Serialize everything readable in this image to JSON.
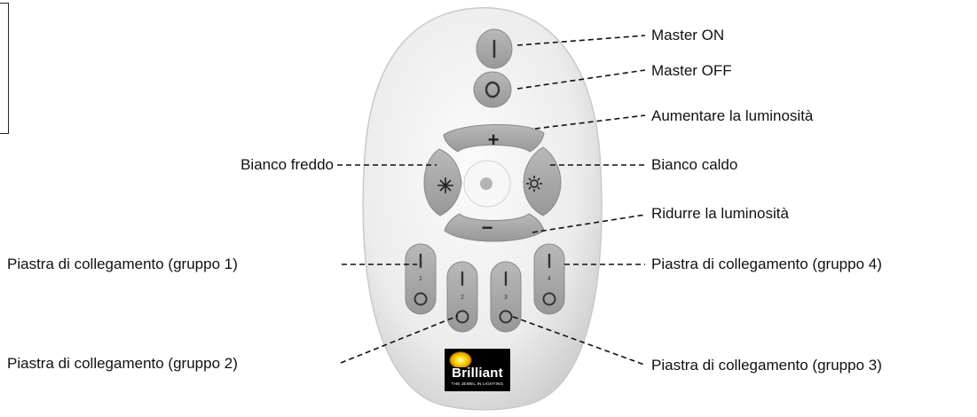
{
  "labels": {
    "master_on": "Master ON",
    "master_off": "Master OFF",
    "brightness_up": "Aumentare la luminosità",
    "warm_white": "Bianco caldo",
    "cool_white": "Bianco freddo",
    "brightness_down": "Ridurre la luminosità",
    "group1": "Piastra di collegamento (gruppo 1)",
    "group2": "Piastra di collegamento (gruppo 2)",
    "group3": "Piastra di collegamento (gruppo 3)",
    "group4": "Piastra di collegamento (gruppo 4)"
  },
  "remote": {
    "plus_symbol": "+",
    "minus_symbol": "−",
    "group_numbers": [
      "1",
      "2",
      "3",
      "4"
    ],
    "cool_icon": "snowflake-icon",
    "warm_icon": "sun-icon"
  },
  "brand": {
    "name": "Brilliant",
    "tagline": "THE JEWEL IN LIGHTING",
    "logo_color": "#000000",
    "accent_color": "#f9d400"
  },
  "colors": {
    "button_gray": "#a9aaa9",
    "remote_body": "#ececec",
    "leader_line": "#111111"
  }
}
